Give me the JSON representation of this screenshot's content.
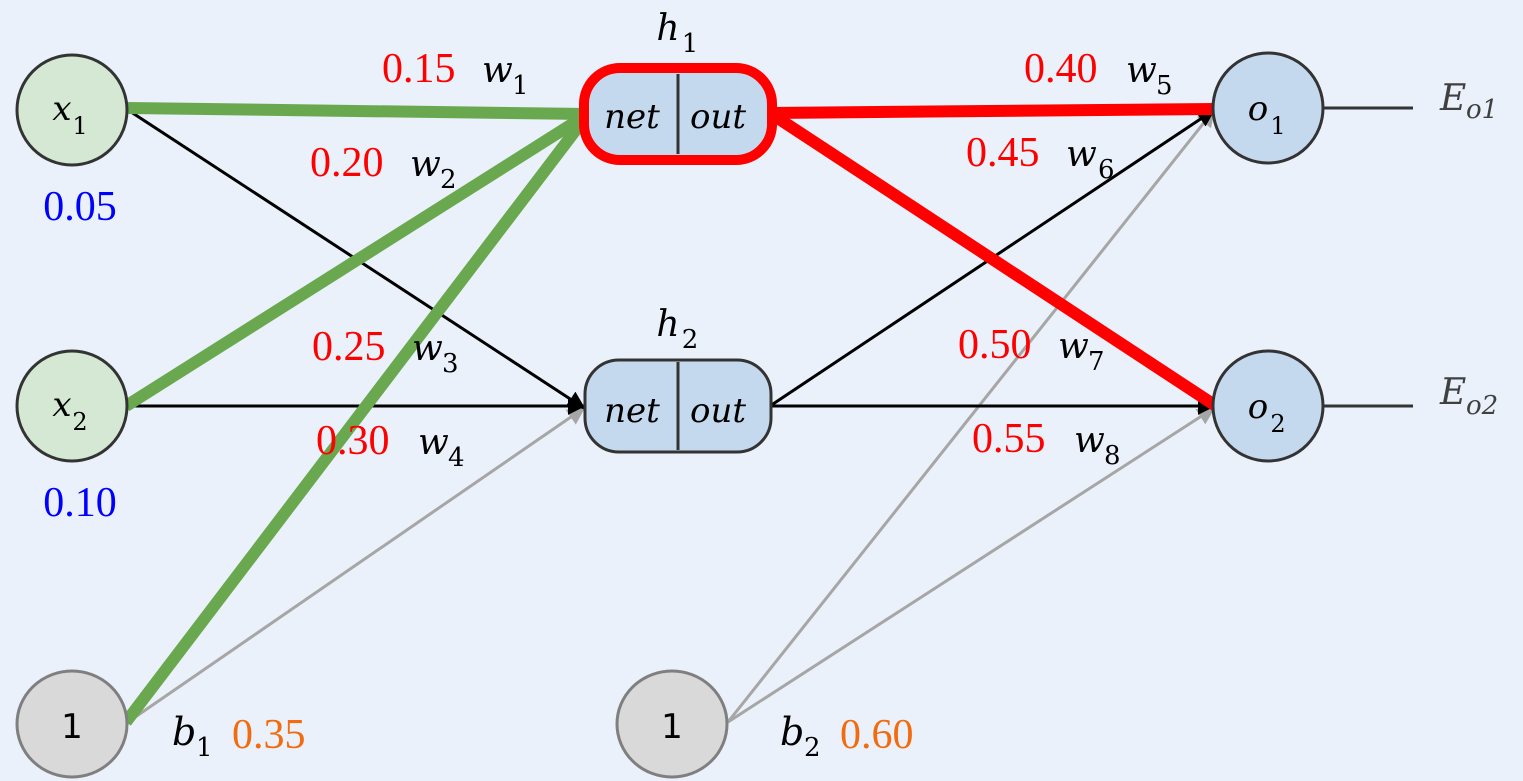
{
  "title": "Neural network forward/backward pass diagram",
  "colors": {
    "background": "#eaf1fa",
    "input_node_fill": "#d5e8d4",
    "hidden_node_fill": "#c5d9ee",
    "output_node_fill": "#c5d9ee",
    "bias_node_fill": "#d9d9d9",
    "highlight_input_path": "#6aa84f",
    "highlight_output_path": "#ff0000",
    "weight_value": "#ff0000",
    "input_value": "#0000ff",
    "bias_value": "#f26b0f",
    "normal_edge": "#000000",
    "bias_edge": "#a6a6a6"
  },
  "inputs": [
    {
      "id": "x1",
      "symbol": "x",
      "sub": "1",
      "value": "0.05"
    },
    {
      "id": "x2",
      "symbol": "x",
      "sub": "2",
      "value": "0.10"
    }
  ],
  "hidden": [
    {
      "id": "h1",
      "symbol": "h",
      "sub": "1",
      "left": "net",
      "right": "out",
      "highlighted": true
    },
    {
      "id": "h2",
      "symbol": "h",
      "sub": "2",
      "left": "net",
      "right": "out",
      "highlighted": false
    }
  ],
  "outputs": [
    {
      "id": "o1",
      "symbol": "o",
      "sub": "1",
      "error_label": "E",
      "error_sub": "o1"
    },
    {
      "id": "o2",
      "symbol": "o",
      "sub": "2",
      "error_label": "E",
      "error_sub": "o2"
    }
  ],
  "biases": [
    {
      "id": "b1",
      "node_label": "1",
      "symbol": "b",
      "sub": "1",
      "value": "0.35"
    },
    {
      "id": "b2",
      "node_label": "1",
      "symbol": "b",
      "sub": "2",
      "value": "0.60"
    }
  ],
  "weights": [
    {
      "id": "w1",
      "from": "x1",
      "to": "h1",
      "value": "0.15",
      "symbol": "w",
      "sub": "1",
      "style": "green"
    },
    {
      "id": "w2",
      "from": "x2",
      "to": "h1",
      "value": "0.20",
      "symbol": "w",
      "sub": "2",
      "style": "green"
    },
    {
      "id": "w3",
      "from": "x1",
      "to": "h2",
      "value": "0.25",
      "symbol": "w",
      "sub": "3",
      "style": "black"
    },
    {
      "id": "w4",
      "from": "x2",
      "to": "h2",
      "value": "0.30",
      "symbol": "w",
      "sub": "4",
      "style": "black"
    },
    {
      "id": "w5",
      "from": "h1",
      "to": "o1",
      "value": "0.40",
      "symbol": "w",
      "sub": "5",
      "style": "red"
    },
    {
      "id": "w6",
      "from": "h2",
      "to": "o1",
      "value": "0.45",
      "symbol": "w",
      "sub": "6",
      "style": "black"
    },
    {
      "id": "w7",
      "from": "h1",
      "to": "o2",
      "value": "0.50",
      "symbol": "w",
      "sub": "7",
      "style": "red"
    },
    {
      "id": "w8",
      "from": "h2",
      "to": "o2",
      "value": "0.55",
      "symbol": "w",
      "sub": "8",
      "style": "black"
    }
  ],
  "bias_edges": [
    {
      "from": "b1",
      "to": "h1",
      "style": "green"
    },
    {
      "from": "b1",
      "to": "h2",
      "style": "gray"
    },
    {
      "from": "b2",
      "to": "o1",
      "style": "gray"
    },
    {
      "from": "b2",
      "to": "o2",
      "style": "gray"
    }
  ]
}
